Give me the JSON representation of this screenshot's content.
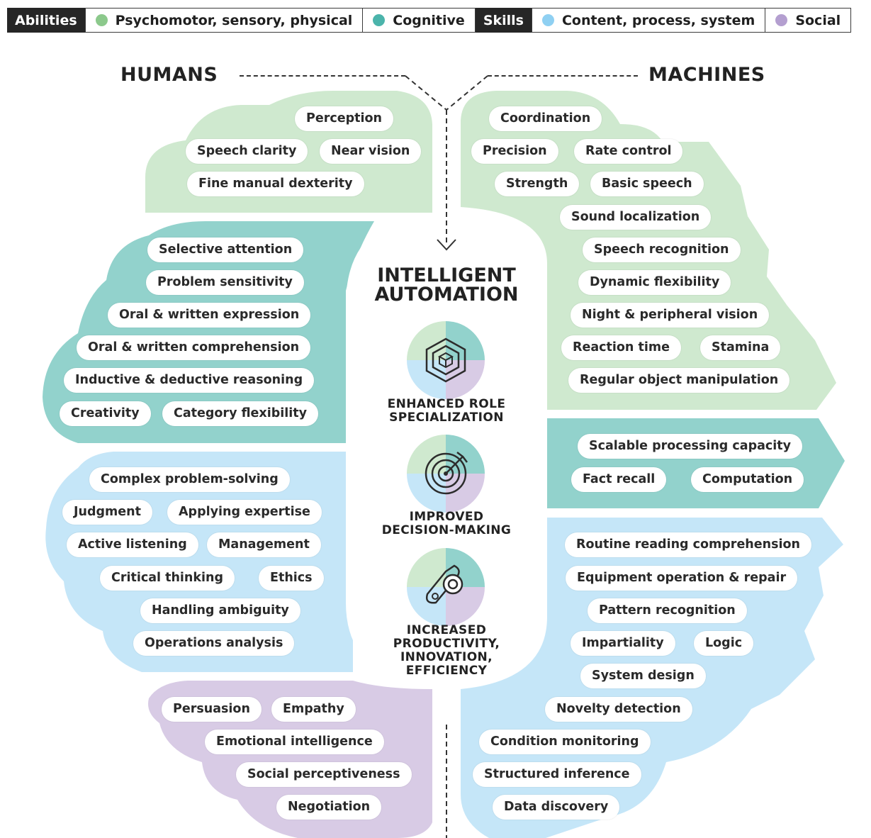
{
  "colors": {
    "physical": "#cfe9cf",
    "cognitive": "#92d2cc",
    "content": "#c5e6f8",
    "social": "#d8cbe5",
    "physical_dot": "#8cc98c",
    "cognitive_dot": "#4bb4ab",
    "content_dot": "#8fd0f2",
    "social_dot": "#b49fd0"
  },
  "legend": {
    "abilities": "Abilities",
    "physical": "Psychomotor, sensory, physical",
    "cognitive": "Cognitive",
    "skills": "Skills",
    "content": "Content, process, system",
    "social": "Social"
  },
  "headers": {
    "humans": "HUMANS",
    "machines": "MACHINES"
  },
  "center": {
    "title_line1": "INTELLIGENT",
    "title_line2": "AUTOMATION",
    "benefits": [
      {
        "icon": "cube-icon",
        "lines": [
          "ENHANCED ROLE",
          "SPECIALIZATION"
        ]
      },
      {
        "icon": "target-icon",
        "lines": [
          "IMPROVED",
          "DECISION-MAKING"
        ]
      },
      {
        "icon": "gear-icon",
        "lines": [
          "INCREASED",
          "PRODUCTIVITY,",
          "INNOVATION,",
          "EFFICIENCY"
        ]
      }
    ]
  },
  "humans": {
    "physical": [
      "Perception",
      "Speech clarity",
      "Near vision",
      "Fine manual dexterity"
    ],
    "cognitive": [
      "Selective attention",
      "Problem sensitivity",
      "Oral & written expression",
      "Oral & written comprehension",
      "Inductive & deductive reasoning",
      "Creativity",
      "Category flexibility"
    ],
    "content": [
      "Complex problem-solving",
      "Judgment",
      "Applying expertise",
      "Active listening",
      "Management",
      "Critical thinking",
      "Ethics",
      "Handling ambiguity",
      "Operations analysis"
    ],
    "social": [
      "Persuasion",
      "Empathy",
      "Emotional intelligence",
      "Social perceptiveness",
      "Negotiation"
    ]
  },
  "machines": {
    "physical": [
      "Coordination",
      "Precision",
      "Rate control",
      "Strength",
      "Basic speech",
      "Sound localization",
      "Speech recognition",
      "Dynamic flexibility",
      "Night & peripheral vision",
      "Reaction time",
      "Stamina",
      "Regular object manipulation"
    ],
    "cognitive": [
      "Scalable processing capacity",
      "Fact recall",
      "Computation"
    ],
    "content": [
      "Routine reading comprehension",
      "Equipment operation & repair",
      "Pattern recognition",
      "Impartiality",
      "Logic",
      "System design",
      "Novelty detection",
      "Condition monitoring",
      "Structured inference",
      "Data discovery"
    ]
  }
}
